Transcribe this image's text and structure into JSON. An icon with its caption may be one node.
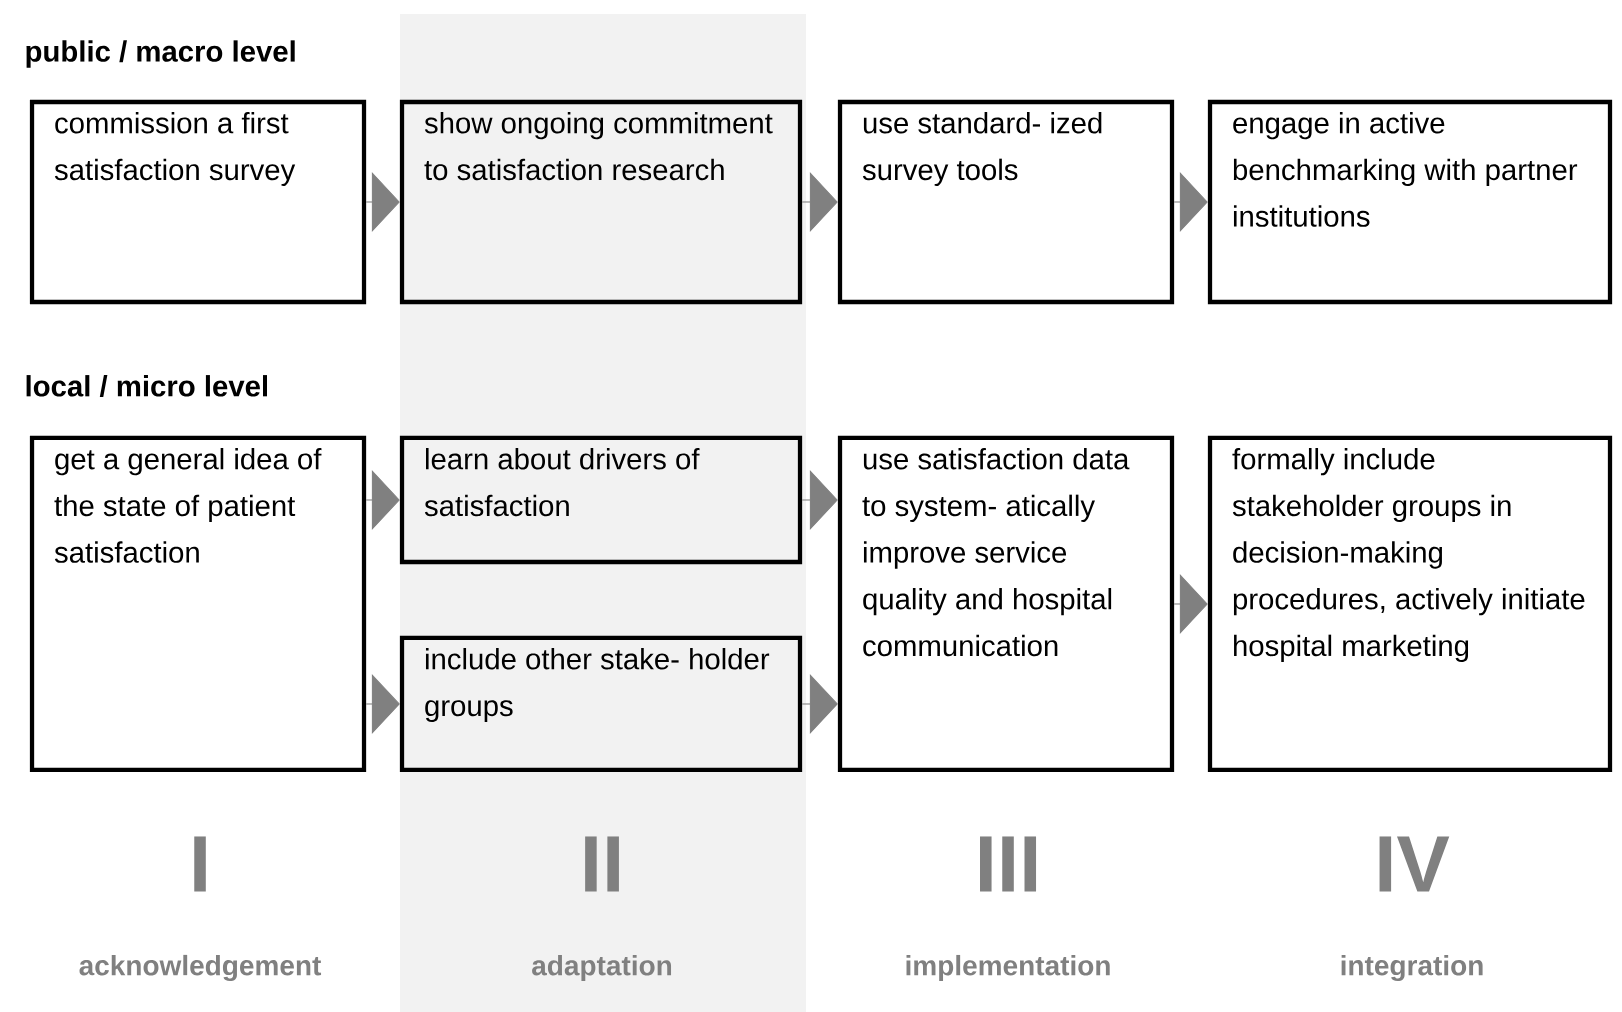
{
  "diagram": {
    "nodes": [
      {
        "text": [
          "commission a first satisfaction survey"
        ]
      },
      {
        "text": [
          "show ongoing commitment to satisfaction research"
        ]
      },
      {
        "text": [
          "use standard- ized survey tools"
        ]
      },
      {
        "text": [
          "engage in active benchmarking with partner institutions"
        ]
      },
      {
        "text": [
          "get a general idea of the state of patient satisfaction"
        ]
      },
      {
        "text": [
          "learn about drivers of satisfaction"
        ]
      },
      {
        "text": [
          "include other stake- holder groups"
        ]
      },
      {
        "text": [
          "use satisfaction data to system- atically improve service quality and hospital communication"
        ]
      },
      {
        "text": [
          "formally include stakeholder groups in decision-making procedures, actively initiate hospital marketing"
        ]
      }
    ],
    "edges": [
      {
        "from": 0,
        "to": 1,
        "arrow": "to"
      },
      {
        "from": 1,
        "to": 2,
        "arrow": "to"
      },
      {
        "from": 2,
        "to": 3,
        "arrow": "to"
      },
      {
        "from": 4,
        "to": 5,
        "arrow": "to"
      },
      {
        "from": 4,
        "to": 6,
        "arrow": "to"
      },
      {
        "from": 5,
        "to": 7,
        "arrow": "to"
      },
      {
        "from": 6,
        "to": 7,
        "arrow": "to"
      },
      {
        "from": 7,
        "to": 8,
        "arrow": "to"
      }
    ],
    "labels": [
      "public / macro level",
      "local / micro level",
      "I",
      "II",
      "III",
      "IV",
      "acknowledgement",
      "adaptation",
      "implementation",
      "integration"
    ]
  }
}
